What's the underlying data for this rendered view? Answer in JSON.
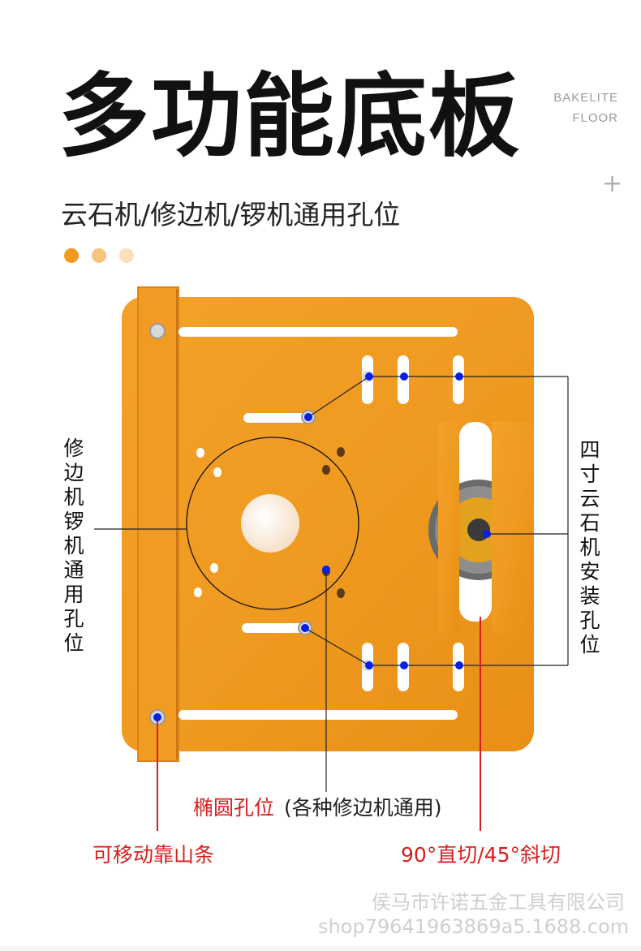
{
  "header": {
    "title": "多功能底板",
    "badge_line1": "BAKELITE",
    "badge_line2": "FLOOR",
    "plus": "+",
    "subtitle": "云石机/修边机/锣机通用孔位"
  },
  "colors": {
    "dot1": "#f39a1e",
    "dot2": "#f7c57a",
    "dot3": "#fbe0b8",
    "plate": "#ef9b22",
    "marker": "#0a1ee6",
    "accent_red": "#d81e1e"
  },
  "labels": {
    "left_vertical_1": [
      "修",
      "边",
      "机"
    ],
    "left_vertical_2": [
      "锣",
      "机"
    ],
    "left_vertical_3": [
      "通",
      "用",
      "孔",
      "位"
    ],
    "right_vertical_1": [
      "四",
      "寸",
      "云",
      "石",
      "机"
    ],
    "right_vertical_2": [
      "安",
      "装",
      "孔",
      "位"
    ],
    "ellipse_hole": "椭圆孔位",
    "ellipse_hole_note": "(各种修边机通用)",
    "movable_rail": "可移动靠山条",
    "cut_angles": "90°直切/45°斜切"
  },
  "watermark": {
    "company": "侯马市许诺五金工具有限公司",
    "shop": "shop79641963869a5.1688.com"
  }
}
